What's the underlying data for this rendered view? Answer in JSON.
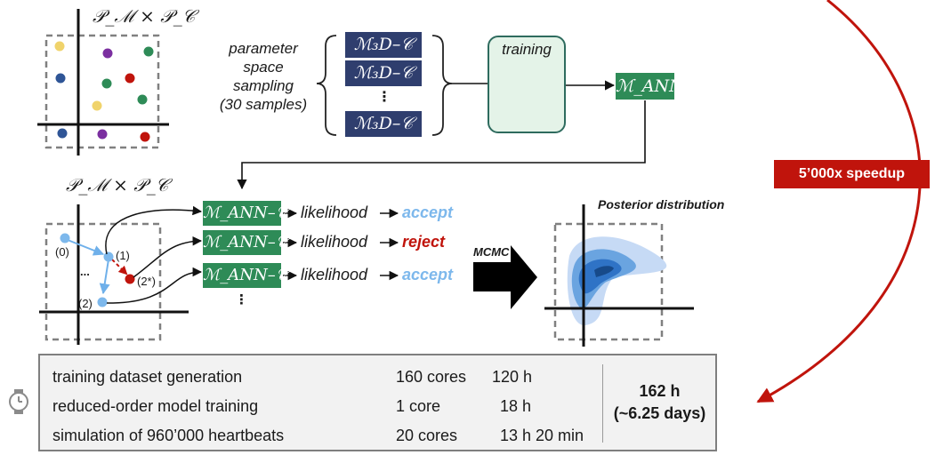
{
  "top_plot": {
    "label": "𝒫_ℳ × 𝒫_𝒞"
  },
  "sampling": {
    "lines": [
      "parameter",
      "space",
      "sampling",
      "(30 samples)"
    ]
  },
  "model_3d": {
    "label": "ℳ₃D–𝒞",
    "ellipsis": "⋮"
  },
  "training": {
    "label": "training"
  },
  "ann_output": {
    "label": "ℳ_ANN"
  },
  "mcmc": {
    "plot_label": "𝒫_ℳ × 𝒫_𝒞",
    "points": [
      "(0)",
      "(1)",
      "(2*)",
      "(2)",
      "..."
    ],
    "rows": [
      {
        "model": "ℳ_ANN–𝒞",
        "step": "likelihood",
        "result": "accept"
      },
      {
        "model": "ℳ_ANN–𝒞",
        "step": "likelihood",
        "result": "reject"
      },
      {
        "model": "ℳ_ANN–𝒞",
        "step": "likelihood",
        "result": "accept"
      }
    ],
    "ellipsis": "⋮",
    "arrow_label": "MCMC"
  },
  "posterior": {
    "title": "Posterior distribution"
  },
  "speedup": {
    "label": "5’000x speedup"
  },
  "colors": {
    "navy": "#2f3e6e",
    "green": "#2e8b57",
    "red": "#c0140c",
    "light_blue": "#7db8ec",
    "speedup_bg": "#c0140c",
    "training_bg": "#e4f3e8",
    "training_border": "#2e6b5e"
  },
  "icons": [
    "clock-icon",
    "server-icon",
    "laptop-icon"
  ],
  "costs": {
    "rows": [
      {
        "task": "training dataset generation",
        "resource_icon": "server-icon",
        "resource": "160 cores",
        "time": "120 h"
      },
      {
        "task": "reduced-order model training",
        "resource_icon": "laptop-icon",
        "resource": "1 core",
        "time": "18 h"
      },
      {
        "task": "simulation of 960’000 heartbeats",
        "resource_icon": "server-icon",
        "resource": "20 cores",
        "time": "13 h 20 min"
      }
    ],
    "total": "162 h",
    "total_days": "(~6.25 days)"
  }
}
